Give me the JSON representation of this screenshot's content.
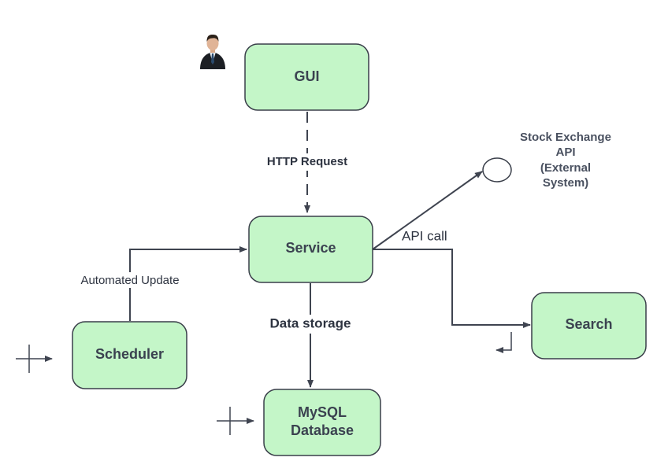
{
  "colors": {
    "node_fill": "#c4f6c8",
    "node_stroke": "#3a3f4a",
    "edge_stroke": "#3f4450",
    "text": "#3b4250"
  },
  "nodes": {
    "gui": {
      "label": "GUI"
    },
    "service": {
      "label": "Service"
    },
    "scheduler": {
      "label": "Scheduler"
    },
    "search": {
      "label": "Search"
    },
    "database": {
      "label_line1": "MySQL",
      "label_line2": "Database"
    }
  },
  "edges": {
    "http_request": {
      "label": "HTTP Request"
    },
    "api_call": {
      "label": "API call"
    },
    "automated_update": {
      "label": "Automated Update"
    },
    "data_storage": {
      "label": "Data storage"
    }
  },
  "external_system": {
    "line1": "Stock Exchange",
    "line2": "API",
    "line3": "(External",
    "line4": "System)"
  },
  "icons": {
    "user": "user-icon",
    "interface_circle": "interface-circle-icon",
    "scheduler_entry": "entry-point-icon",
    "database_entry": "entry-point-icon",
    "search_return": "return-arrow-icon"
  }
}
